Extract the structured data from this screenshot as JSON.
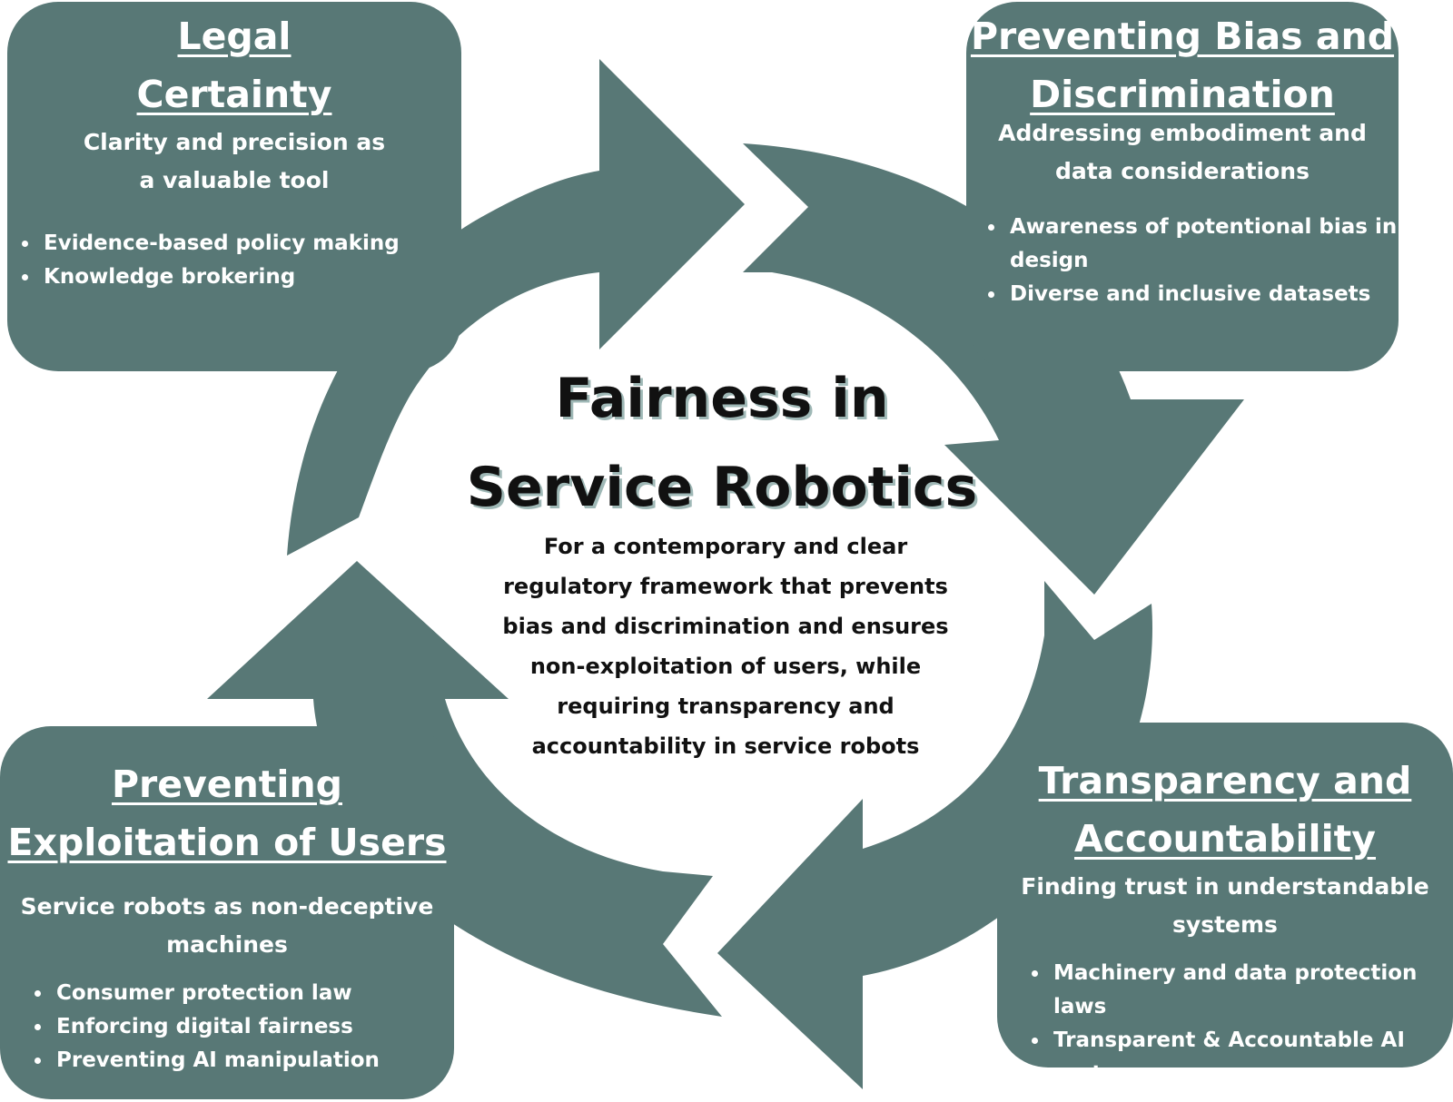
{
  "colors": {
    "box_fill": "#587876",
    "arrow_fill": "#587876",
    "box_text": "#ffffff",
    "center_text": "#111111"
  },
  "center": {
    "title_line1": "Fairness in",
    "title_line2": "Service Robotics",
    "description": "For a contemporary and clear regulatory framework that prevents bias and discrimination and ensures non-exploitation of users, while requiring transparency and accountability in service robots"
  },
  "boxes": {
    "legal": {
      "title_line1": "Legal",
      "title_line2": "Certainty",
      "subtitle_line1": "Clarity and precision as",
      "subtitle_line2": "a valuable tool",
      "bullets": [
        "Evidence-based policy making",
        "Knowledge brokering"
      ]
    },
    "bias": {
      "title_line1": "Preventing Bias and",
      "title_line2": "Discrimination",
      "subtitle_line1": "Addressing embodiment and",
      "subtitle_line2": "data considerations",
      "bullets": [
        "Awareness of potentional bias in design",
        "Diverse and inclusive datasets"
      ]
    },
    "exploitation": {
      "title_line1": "Preventing",
      "title_line2": "Exploitation of Users",
      "subtitle_line1": "Service robots as non-deceptive",
      "subtitle_line2": "machines",
      "bullets": [
        "Consumer protection law",
        "Enforcing digital fairness",
        "Preventing AI manipulation"
      ]
    },
    "transparency": {
      "title_line1": "Transparency and",
      "title_line2": "Accountability",
      "subtitle_line1": "Finding trust in understandable",
      "subtitle_line2": "systems",
      "bullets": [
        "Machinery and data protection laws",
        "Transparent & Accountable AI systems"
      ]
    }
  }
}
